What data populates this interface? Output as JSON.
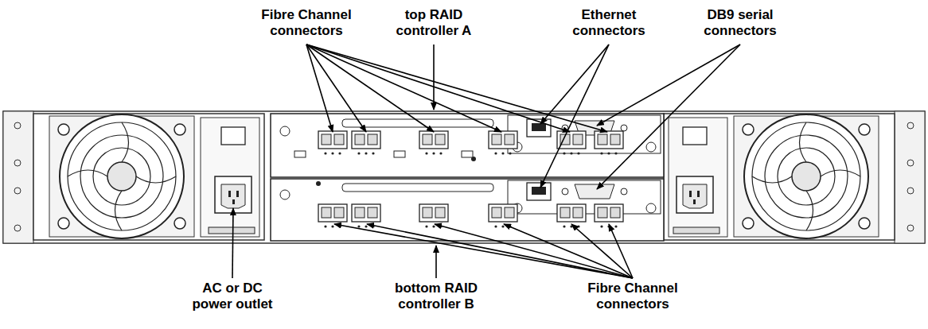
{
  "diagram": {
    "labels": [
      "Fibre Channel connectors",
      "top RAID controller A",
      "Ethernet connectors",
      "DB9 serial connectors",
      "AC or DC power outlet",
      "bottom RAID controller B",
      "Fibre Channel connectors"
    ]
  }
}
